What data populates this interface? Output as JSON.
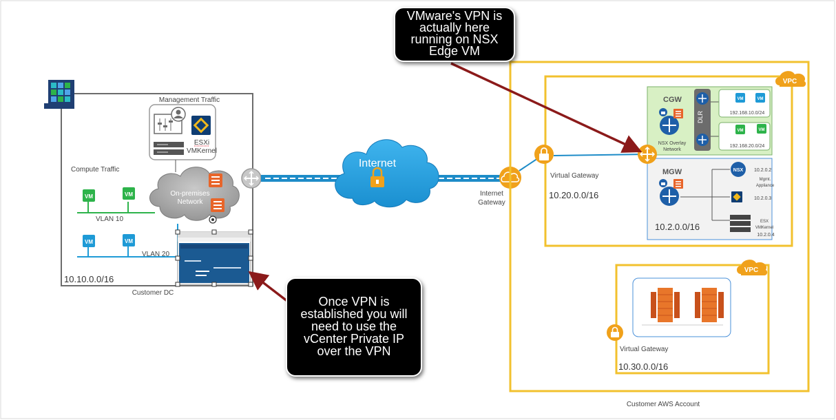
{
  "callouts": {
    "top": [
      "VMware's VPN is",
      "actually here",
      "running on NSX",
      "Edge VM"
    ],
    "bottom": [
      "Once VPN is",
      "established you will",
      "need to use the",
      "vCenter Private IP",
      "over the VPN"
    ]
  },
  "customer_dc": {
    "label": "Customer DC",
    "cidr": "10.10.0.0/16",
    "management_traffic": "Management Traffic",
    "compute_traffic": "Compute Traffic",
    "esxi_line1": "ESXi",
    "esxi_line2": "VMKernel",
    "on_prem_line1": "On-premises",
    "on_prem_line2": "Network",
    "vlan10": "VLAN 10",
    "vlan20": "VLAN 20",
    "vm_label": "VM"
  },
  "internet": {
    "label": "Internet",
    "gateway_line1": "Internet",
    "gateway_line2": "Gateway"
  },
  "aws": {
    "account_label": "Customer AWS Account",
    "vpc_badge": "VPC",
    "vpc1": {
      "virtual_gateway": "Virtual Gateway",
      "cidr": "10.20.0.0/16",
      "cgw": "CGW",
      "dlr": "DLR",
      "nsx_overlay_line1": "NSX Overlay",
      "nsx_overlay_line2": "Network",
      "subnet1": "192.168.10.0/24",
      "subnet2": "192.168.20.0/24",
      "mgw": "MGW",
      "mgw_cidr": "10.2.0.0/16",
      "nsx_badge": "NSX",
      "ip_nsx": "10.2.0.2",
      "mgmt_line1": "Mgmt.",
      "mgmt_line2": "Appliance",
      "ip_mgmt": "10.2.0.3",
      "esx_line1": "ESX",
      "esx_line2": "VMKernel",
      "ip_esx": "10.2.0.4"
    },
    "vpc2": {
      "virtual_gateway": "Virtual Gateway",
      "cidr": "10.30.0.0/16"
    }
  },
  "colors": {
    "aws_orange": "#f0a11b",
    "vpc_yellow": "#f2c12e",
    "vpn_blue": "#1e8cc8",
    "arrow_red": "#8b1a1a",
    "vm_green": "#2db34a",
    "vm_blue": "#1e9ad6",
    "cgw_green": "#d8f0c4",
    "firewall_orange": "#e8652a"
  }
}
